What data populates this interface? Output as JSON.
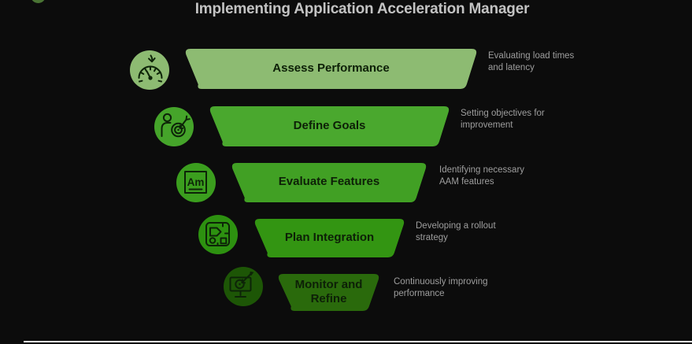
{
  "title": "Implementing Application Acceleration Manager",
  "stages": [
    {
      "label": "Assess Performance",
      "description": "Evaluating load times\nand latency",
      "bar_color": "#8dbb72",
      "icon_color": "#8dbb72",
      "icon": "speedometer-down-icon"
    },
    {
      "label": "Define Goals",
      "description": "Setting objectives for\nimprovement",
      "bar_color": "#4aa82e",
      "icon_color": "#45a42a",
      "icon": "person-target-icon"
    },
    {
      "label": "Evaluate Features",
      "description": "Identifying necessary\nAAM features",
      "bar_color": "#41a024",
      "icon_color": "#3b9e1e",
      "icon": "font-am-icon",
      "icon_text": "Am"
    },
    {
      "label": "Plan Integration",
      "description": "Developing a rollout\nstrategy",
      "bar_color": "#339512",
      "icon_color": "#2d9110",
      "icon": "circuit-plan-icon"
    },
    {
      "label": "Monitor and Refine",
      "description": "Continuously improving\nperformance",
      "bar_color": "#2a6a0c",
      "icon_color": "#1d5606",
      "icon": "monitor-target-icon"
    }
  ],
  "colors": {
    "background": "#0c0c0c",
    "title_text": "#c3c3c3",
    "bar_label_text": "#0d2007",
    "description_text": "#9e9e9e",
    "bottom_edge": "#ffffff",
    "logo_accent": "#4a7434"
  }
}
